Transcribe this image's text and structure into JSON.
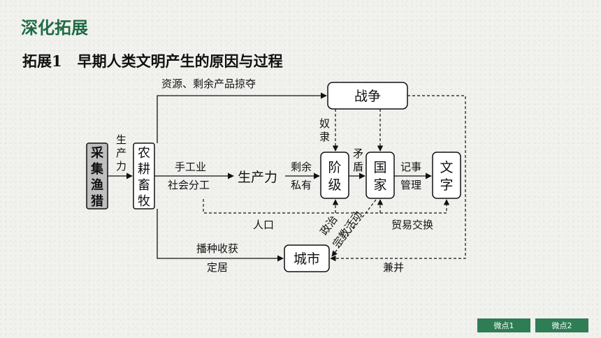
{
  "header": {
    "section_title": "深化拓展"
  },
  "topic": {
    "number": "拓展1",
    "title": "早期人类文明产生的原因与过程"
  },
  "diagram": {
    "nodes": {
      "gathering": [
        "采",
        "集",
        "渔",
        "猎"
      ],
      "farming": [
        "农",
        "耕",
        "畜",
        "牧"
      ],
      "productivity": "生产力",
      "class": [
        "阶",
        "级"
      ],
      "state": [
        "国",
        "家"
      ],
      "writing": [
        "文",
        "字"
      ],
      "war": "战争",
      "city": "城市"
    },
    "labels": {
      "resources": "资源、剩余产品掠夺",
      "productivity_vertical": [
        "生",
        "产",
        "力"
      ],
      "handicraft": "手工业",
      "division": "社会分工",
      "surplus": "剩余",
      "private": "私有",
      "slaves": [
        "奴",
        "隶"
      ],
      "contradiction": [
        "矛",
        "盾"
      ],
      "record": "记事",
      "manage": "管理",
      "population": "人口",
      "trade": "贸易交换",
      "politics": "政治",
      "religion": "宗教活动",
      "farming_harvest": "播种收获",
      "settle": "定居",
      "annex": "兼并"
    }
  },
  "nav": {
    "point1": "微点1",
    "point2": "微点2"
  }
}
